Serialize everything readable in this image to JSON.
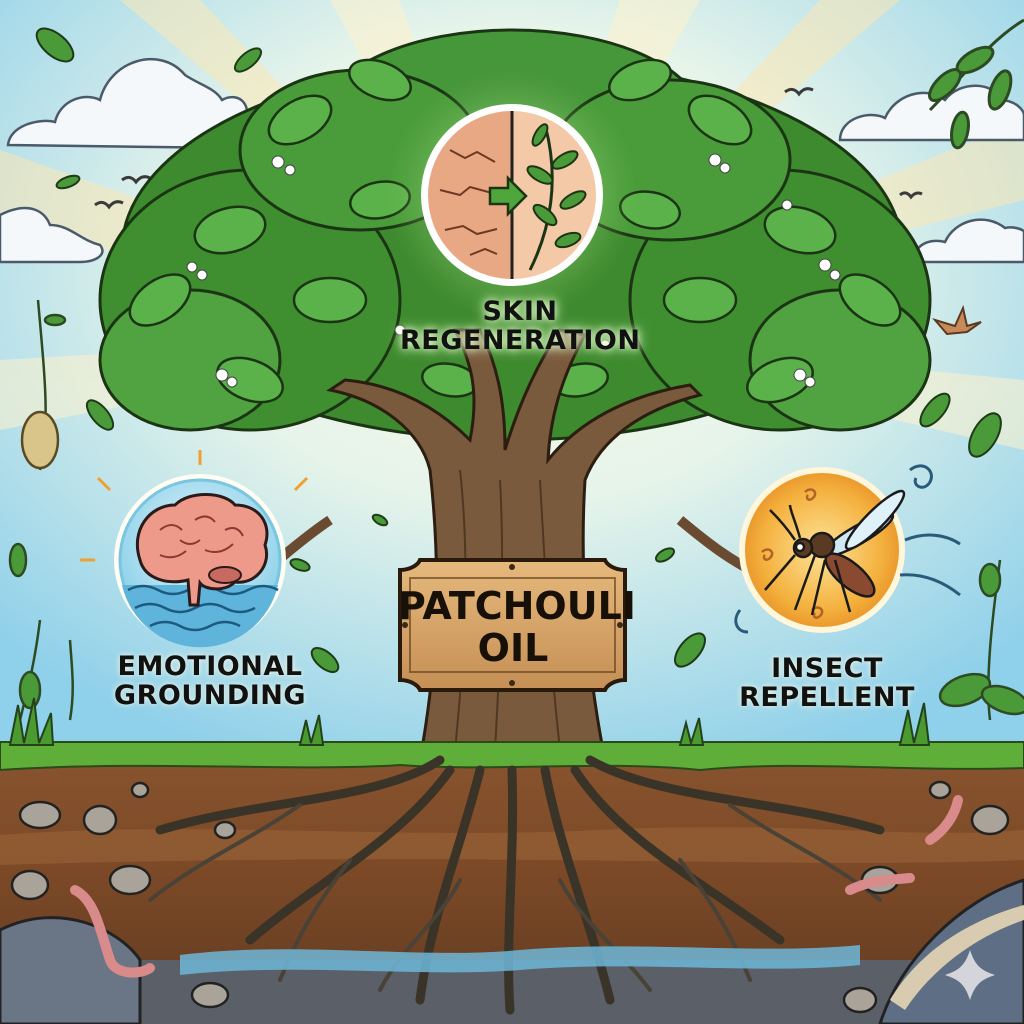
{
  "title": "Patchouli Oil",
  "sign": {
    "line1": "PATCHOULI",
    "line2": "OIL"
  },
  "benefits": [
    {
      "id": "skin",
      "line1": "SKIN",
      "line2": "REGENERATION",
      "icon": "cracked-skin-to-leaf-sprig-icon",
      "position": "top-center"
    },
    {
      "id": "emotional",
      "line1": "EMOTIONAL",
      "line2": "GROUNDING",
      "icon": "brain-over-water-icon",
      "position": "middle-left"
    },
    {
      "id": "insect",
      "line1": "INSECT",
      "line2": "REPELLENT",
      "icon": "mosquito-icon",
      "position": "middle-right"
    }
  ],
  "colors": {
    "sky": "#a9dcef",
    "sun_ray": "#fbe9b0",
    "leaf": "#3f8a2f",
    "leaf_dark": "#2c6a22",
    "trunk": "#7a5a3c",
    "sign_wood": "#d9a86b",
    "soil": "#7a4a2a",
    "soil_light": "#9a6438",
    "grass": "#5fae3a",
    "water": "#6fb7d8",
    "emotional_circle": "#bfe3f0",
    "insect_circle": "#f3b441",
    "skin_circle": "#f2c3a3"
  }
}
